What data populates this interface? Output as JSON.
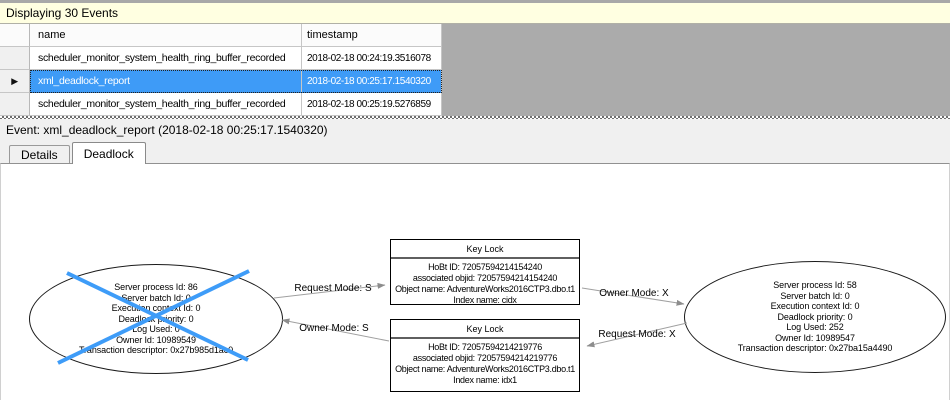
{
  "info_bar": {
    "status_text": "Displaying 30 Events"
  },
  "table": {
    "columns": {
      "name": "name",
      "timestamp": "timestamp"
    },
    "rows": [
      {
        "name": "scheduler_monitor_system_health_ring_buffer_recorded",
        "timestamp": "2018-02-18 00:24:19.3516078"
      },
      {
        "name": "xml_deadlock_report",
        "timestamp": "2018-02-18 00:25:17.1540320"
      },
      {
        "name": "scheduler_monitor_system_health_ring_buffer_recorded",
        "timestamp": "2018-02-18 00:25:19.5276859"
      }
    ],
    "selected_row_index": 1
  },
  "event_bar": {
    "label": "Event: xml_deadlock_report (2018-02-18 00:25:17.1540320)"
  },
  "tabs": {
    "details": "Details",
    "deadlock": "Deadlock",
    "active_tab": "Deadlock"
  },
  "deadlock_graph": {
    "process_left": {
      "lines": [
        "Server process Id: 86",
        "Server batch Id: 0",
        "Execution context Id: 0",
        "Deadlock priority: 0",
        "Log Used: 0",
        "Owner Id: 10989549",
        "Transaction descriptor: 0x27b985d1ac0"
      ]
    },
    "process_right": {
      "lines": [
        "Server process Id: 58",
        "Server batch Id: 0",
        "Execution context Id: 0",
        "Deadlock priority: 0",
        "Log Used: 252",
        "Owner Id: 10989547",
        "Transaction descriptor: 0x27ba15a4490"
      ]
    },
    "resource_top": {
      "title": "Key Lock",
      "lines": [
        "HoBt ID: 72057594214154240",
        "associated objid: 72057594214154240",
        "Object name: AdventureWorks2016CTP3.dbo.t1",
        "Index name: cidx"
      ]
    },
    "resource_bottom": {
      "title": "Key Lock",
      "lines": [
        "HoBt ID: 72057594214219776",
        "associated objid: 72057594214219776",
        "Object name: AdventureWorks2016CTP3.dbo.t1",
        "Index name: idx1"
      ]
    },
    "edge_labels": {
      "request_s": "Request Mode: S",
      "owner_s": "Owner Mode: S",
      "owner_x": "Owner Mode: X",
      "request_x": "Request Mode: X"
    }
  },
  "icons": {
    "selected_row_marker": "▶"
  },
  "colors": {
    "selection_blue": "#3E9BF7",
    "victim_cross_blue": "#3E9CF8",
    "info_bar_yellow": "#FFFFE1",
    "grid_empty_gray": "#ABABAB"
  }
}
